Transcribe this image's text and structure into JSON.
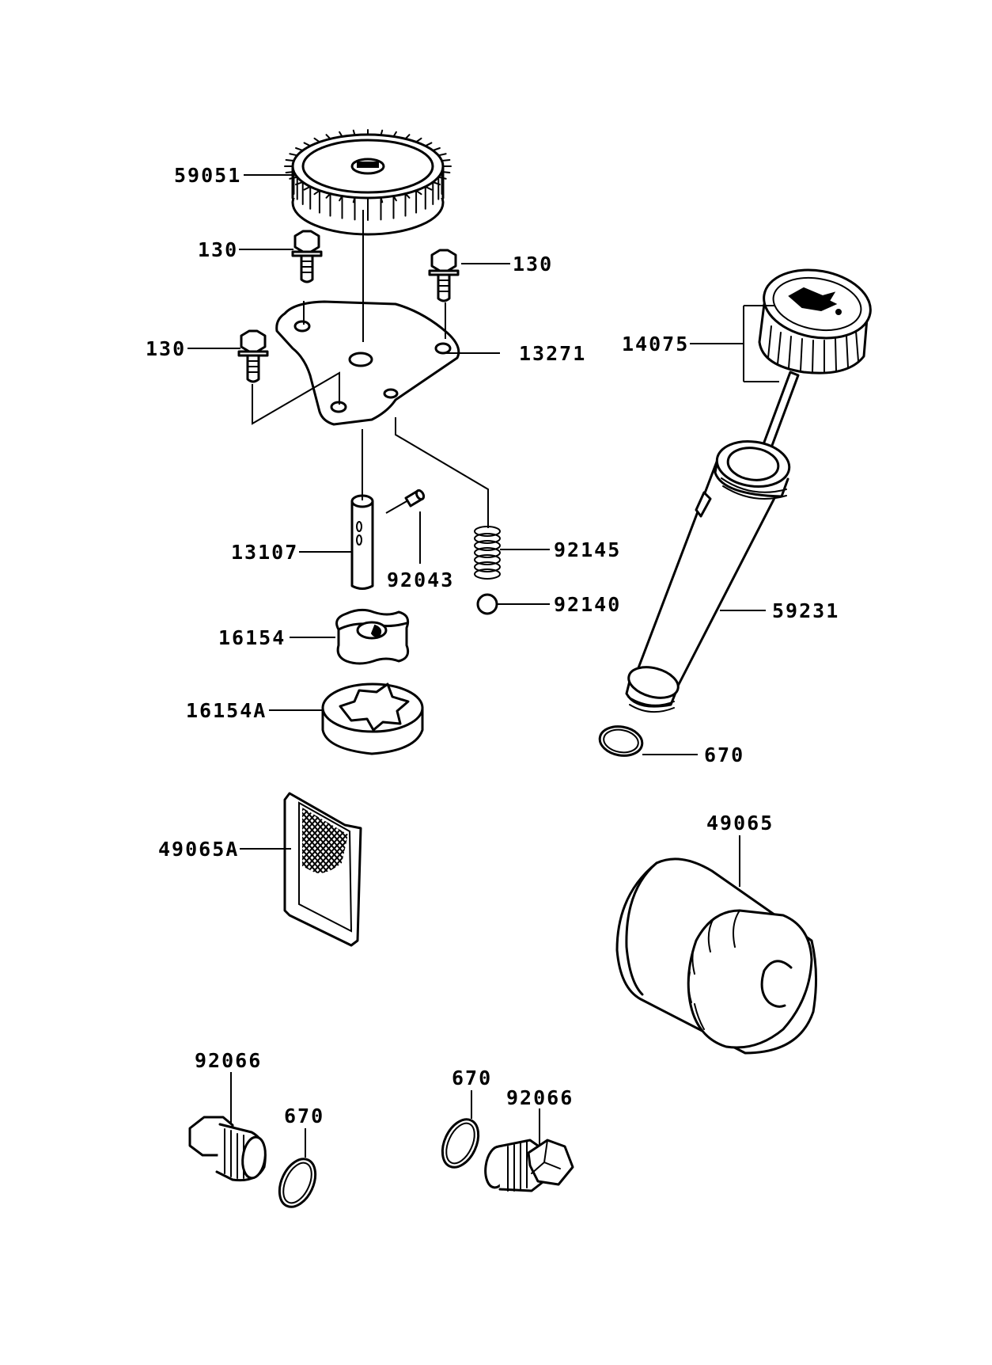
{
  "callouts": {
    "gear": "59051",
    "bolt_top_left": "130",
    "bolt_top_right": "130",
    "bolt_left": "130",
    "pump_cover": "13271",
    "dipstick_cap": "14075",
    "shaft": "13107",
    "pin": "92043",
    "spring": "92145",
    "ball": "92140",
    "tube": "59231",
    "inner_rotor": "16154",
    "outer_rotor": "16154A",
    "oring_tube": "670",
    "strainer": "49065A",
    "oil_filter": "49065",
    "drain_plug_left": "92066",
    "oring_left": "670",
    "oring_right": "670",
    "drain_plug_right": "92066"
  }
}
